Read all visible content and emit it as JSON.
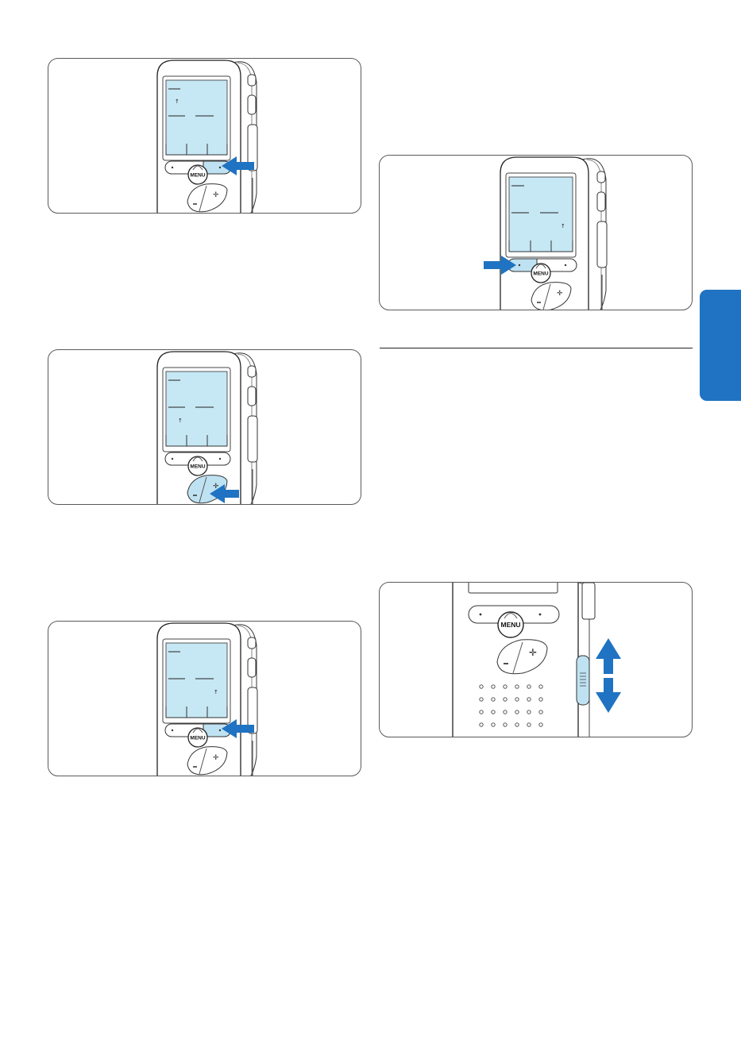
{
  "page": {
    "accent_color": "#1f73c2",
    "screen_color": "#c6e7f4",
    "highlight_color": "#bfe2f2"
  },
  "figures": [
    {
      "id": "fig-1",
      "menu_label": "MENU",
      "pressed": "right-function-button",
      "arrow": "arrow-left-icon"
    },
    {
      "id": "fig-2",
      "menu_label": "MENU",
      "pressed": "minus-button",
      "arrow": "arrow-left-icon"
    },
    {
      "id": "fig-3",
      "menu_label": "MENU",
      "pressed": "right-function-button",
      "arrow": "arrow-left-icon"
    },
    {
      "id": "fig-4",
      "menu_label": "MENU",
      "pressed": "left-function-button",
      "arrow": "arrow-right-icon"
    },
    {
      "id": "fig-5",
      "menu_label": "MENU",
      "pressed": "volume-slider",
      "arrow": "arrow-up-down-icon"
    }
  ]
}
